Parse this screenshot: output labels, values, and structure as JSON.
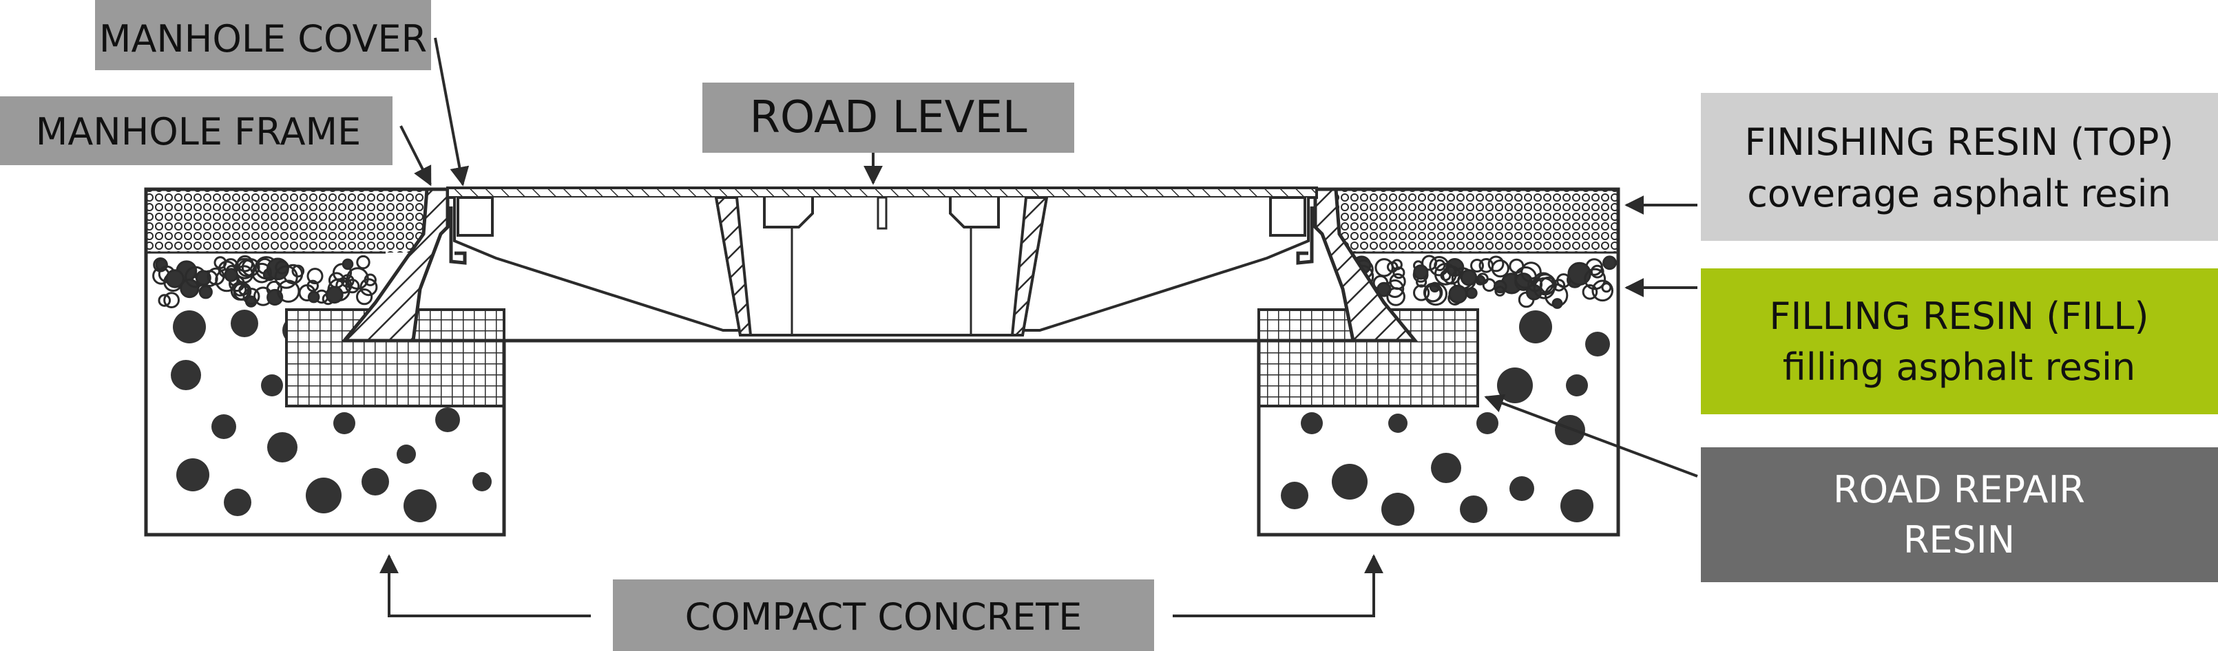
{
  "labels": {
    "manhole_cover": "MANHOLE COVER",
    "manhole_frame": "MANHOLE FRAME",
    "road_level": "ROAD LEVEL",
    "finishing_resin_line1": "FINISHING RESIN (TOP)",
    "finishing_resin_line2": "coverage asphalt resin",
    "filling_resin_line1": "FILLING RESIN (FILL)",
    "filling_resin_line2": "filling asphalt resin",
    "road_repair_line1": "ROAD REPAIR",
    "road_repair_line2": "RESIN",
    "compact_concrete": "COMPACT CONCRETE"
  },
  "colors": {
    "label_grey": "#9a9a9a",
    "label_light_grey": "#cfcfcf",
    "label_green": "#a7c40f",
    "label_dark_grey": "#6b6b6b",
    "stroke": "#2b2b2b",
    "aggregate_dark": "#333333"
  }
}
